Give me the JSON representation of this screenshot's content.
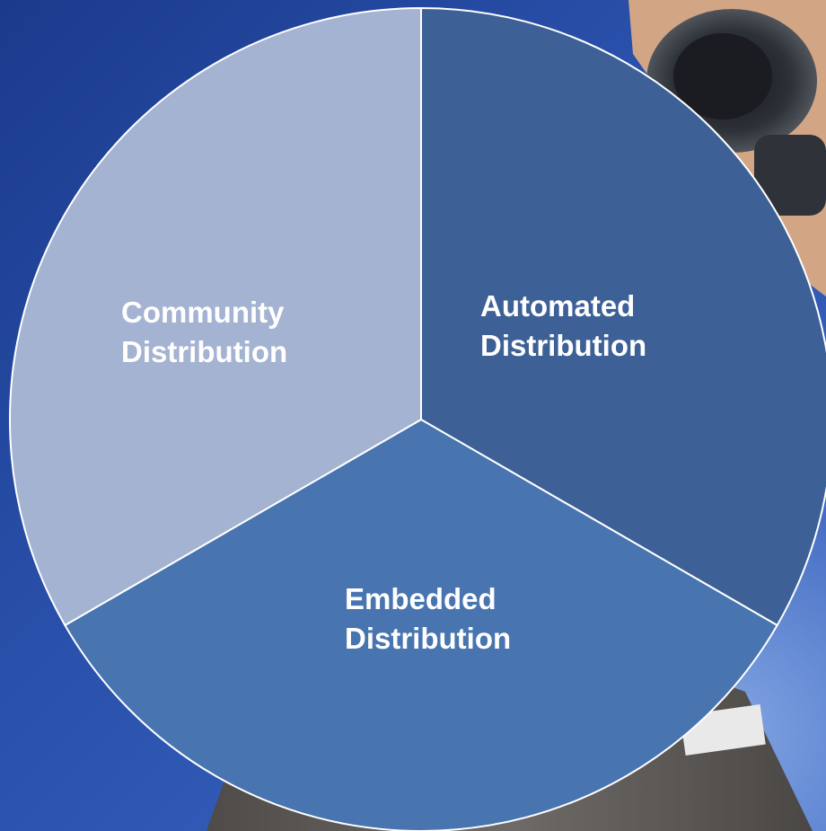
{
  "chart_data": {
    "type": "pie",
    "start": "top",
    "direction": "clockwise",
    "slices": [
      {
        "label_lines": [
          "Automated",
          "Distribution"
        ],
        "value": 1,
        "color": "#3d6096"
      },
      {
        "label_lines": [
          "Embedded",
          "Distribution"
        ],
        "value": 1,
        "color": "#4874b0"
      },
      {
        "label_lines": [
          "Community",
          "Distribution"
        ],
        "value": 1,
        "color": "#a4b3d1"
      }
    ],
    "slice_border_color": "#ffffff"
  },
  "background": {
    "description_colors": {
      "deep_blue": "#1e3f96",
      "mid_blue": "#2f58b4",
      "light_blue": "#6f92d8",
      "sleeve_gray": "#5f5c5a",
      "skin": "#d2a585",
      "binocular_dark": "#2a2d33"
    }
  }
}
